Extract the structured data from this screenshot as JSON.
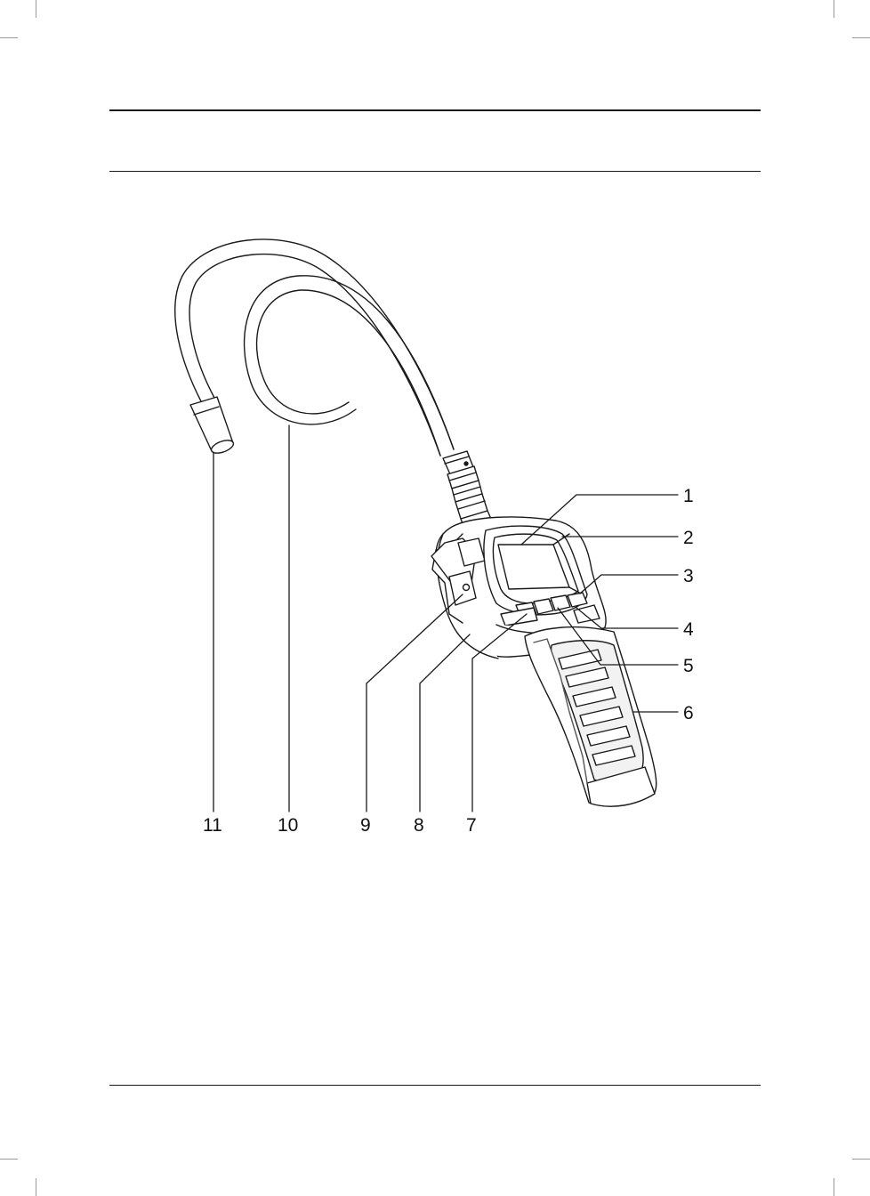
{
  "figure": {
    "callouts": [
      {
        "id": "1",
        "label": "1"
      },
      {
        "id": "2",
        "label": "2"
      },
      {
        "id": "3",
        "label": "3"
      },
      {
        "id": "4",
        "label": "4"
      },
      {
        "id": "5",
        "label": "5"
      },
      {
        "id": "6",
        "label": "6"
      },
      {
        "id": "7",
        "label": "7"
      },
      {
        "id": "8",
        "label": "8"
      },
      {
        "id": "9",
        "label": "9"
      },
      {
        "id": "10",
        "label": "10"
      },
      {
        "id": "11",
        "label": "11"
      }
    ]
  },
  "colors": {
    "line": "#1a1a1a",
    "crop_marks": "#999999",
    "grip_dark": "#555555"
  }
}
